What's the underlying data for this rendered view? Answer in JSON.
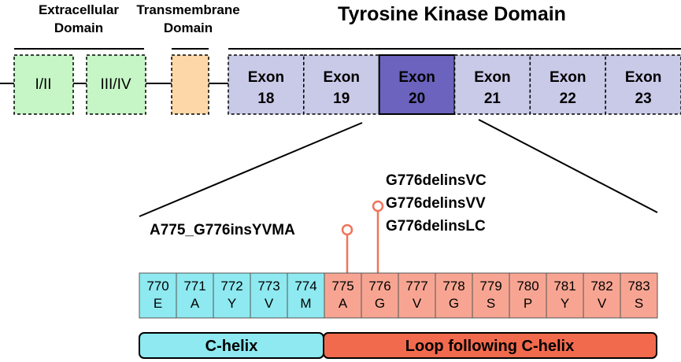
{
  "headers": {
    "extracellular": [
      "Extracellular",
      "Domain"
    ],
    "transmembrane": [
      "Transmembrane",
      "Domain"
    ],
    "kinase": "Tyrosine Kinase Domain"
  },
  "domains": [
    "I/II",
    "III/IV"
  ],
  "exons": [
    {
      "label": "Exon",
      "num": "18",
      "highlight": false
    },
    {
      "label": "Exon",
      "num": "19",
      "highlight": false
    },
    {
      "label": "Exon",
      "num": "20",
      "highlight": true
    },
    {
      "label": "Exon",
      "num": "21",
      "highlight": false
    },
    {
      "label": "Exon",
      "num": "22",
      "highlight": false
    },
    {
      "label": "Exon",
      "num": "23",
      "highlight": false
    }
  ],
  "mutations": {
    "left": [
      "A775_G776insYVMA"
    ],
    "right": [
      "G776delinsVC",
      "G776delinsVV",
      "G776delinsLC"
    ]
  },
  "residues": [
    {
      "num": "770",
      "aa": "E",
      "region": "helix"
    },
    {
      "num": "771",
      "aa": "A",
      "region": "helix"
    },
    {
      "num": "772",
      "aa": "Y",
      "region": "helix"
    },
    {
      "num": "773",
      "aa": "V",
      "region": "helix"
    },
    {
      "num": "774",
      "aa": "M",
      "region": "helix"
    },
    {
      "num": "775",
      "aa": "A",
      "region": "loop"
    },
    {
      "num": "776",
      "aa": "G",
      "region": "loop"
    },
    {
      "num": "777",
      "aa": "V",
      "region": "loop"
    },
    {
      "num": "778",
      "aa": "G",
      "region": "loop"
    },
    {
      "num": "779",
      "aa": "S",
      "region": "loop"
    },
    {
      "num": "780",
      "aa": "P",
      "region": "loop"
    },
    {
      "num": "781",
      "aa": "Y",
      "region": "loop"
    },
    {
      "num": "782",
      "aa": "V",
      "region": "loop"
    },
    {
      "num": "783",
      "aa": "S",
      "region": "loop"
    }
  ],
  "bars": {
    "helix": "C-helix",
    "loop": "Loop following C-helix"
  },
  "colors": {
    "green": "#c6f5c6",
    "peach": "#fdd7a8",
    "lavender": "#c9c9e8",
    "exon_highlight": "#6b63bd",
    "cyan": "#8ee9f0",
    "salmon": "#f7a592",
    "loop_bar": "#f26a4d",
    "lollipop": "#f0745a"
  }
}
